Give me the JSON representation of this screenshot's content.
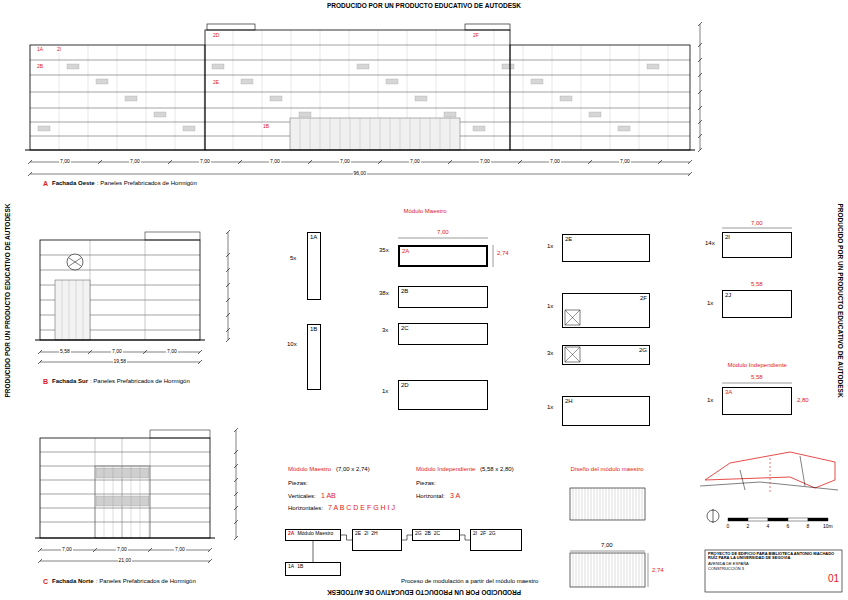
{
  "diagram": {
    "nodes": [
      {
        "text": [
          "1A"
        ]
      },
      {
        "text": [
          "1B"
        ]
      },
      {
        "text": [
          "2A"
        ]
      },
      {
        "text": [
          "2B"
        ]
      },
      {
        "text": [
          "2C"
        ]
      },
      {
        "text": [
          "2D"
        ]
      },
      {
        "text": [
          "2E"
        ]
      },
      {
        "text": [
          "2F"
        ]
      },
      {
        "text": [
          "2G"
        ]
      },
      {
        "text": [
          "2H"
        ]
      },
      {
        "text": [
          "2I"
        ]
      },
      {
        "text": [
          "2J"
        ]
      },
      {
        "text": [
          "3A"
        ]
      },
      {
        "text": [
          "2A",
          "Módulo Maestro"
        ]
      },
      {
        "text": [
          "2E",
          "2I",
          "2H"
        ]
      },
      {
        "text": [
          "2G",
          "2B",
          "2C"
        ]
      },
      {
        "text": [
          "2I",
          "2F",
          "2G"
        ]
      },
      {
        "text": [
          "1A",
          "1B"
        ]
      },
      {
        "text": [
          "PROYECTO DE EDIFICIO PARA BIBLIOTECA ANTONIO MACHADO RUÍZ PARA LA UNIVERSIDAD DE SEGOVIA",
          "AVENIDA DE ESPAÑA",
          "CONSTRUCCIÓN 3",
          "01"
        ]
      }
    ],
    "edges": [
      {
        "from": 13,
        "to": 17,
        "arrow": "none"
      },
      {
        "from": 13,
        "to": 14,
        "arrow": "none"
      },
      {
        "from": 14,
        "to": 15,
        "arrow": "none"
      },
      {
        "from": 15,
        "to": 16,
        "arrow": "none"
      }
    ],
    "labels": [
      "PRODUCIDO POR UN PRODUCTO EDUCATIVO DE AUTODESK",
      "PRODUCIDO POR UN PRODUCTO EDUCATIVO DE AUTODESK",
      "PRODUCIDO POR UN PRODUCTO EDUCATIVO DE AUTODESK",
      "PRODUCIDO POR UN PRODUCTO EDUCATIVO DE AUTODESK",
      "A",
      "Fachada Oeste",
      ": Paneles Prefabricados de Hormigón",
      "B",
      "Fachada Sur",
      ": Paneles Prefabricados de Hormigón",
      "C",
      "Fachada Norte",
      ": Paneles Prefabricados de Hormigón",
      "Módulo Maestro",
      "5x",
      "10x",
      "35x",
      "7,00",
      "2,74",
      "38x",
      "3x",
      "1x",
      "1x",
      "1x",
      "3x",
      "1x",
      "14x",
      "7,00",
      "1x",
      "5,58",
      "Módulo Independiente",
      "1x",
      "5,58",
      "2,80",
      "Módulo Maestro",
      "(7,00 x 2,74)",
      "Piezas:",
      "Verticales:",
      "1 AB",
      "Horizontales:",
      "7 A B C D E F G H I J",
      "Módulo Independiente",
      "(5,58 x 2,80)",
      "Piezas:",
      "Horizontal:",
      "3 A",
      "Diseño del módulo maestro",
      "7,00",
      "2,74",
      "Proceso de modulación a partir del módulo maestro",
      "0",
      "2",
      "4",
      "6",
      "8",
      "10m",
      "7,00",
      "7,00",
      "7,00",
      "7,00",
      "7,00",
      "7,00",
      "7,00",
      "7,00",
      "7,00",
      "96,00",
      "5,58",
      "7,00",
      "7,00",
      "19,58",
      "7,00",
      "7,00",
      "7,00",
      "21,00",
      "1A",
      "2I",
      "2D",
      "2F",
      "2B",
      "2E",
      "1B"
    ]
  }
}
